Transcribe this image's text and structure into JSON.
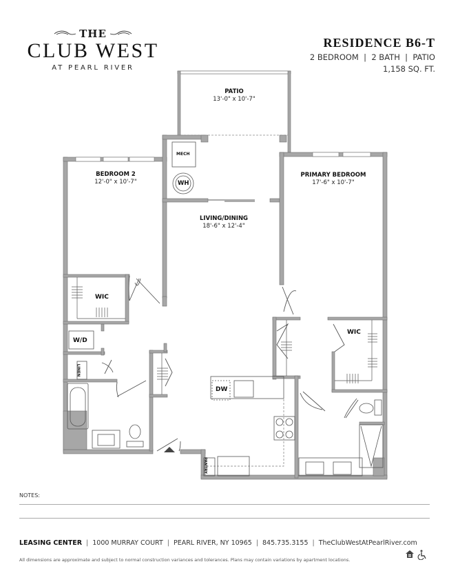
{
  "brand": {
    "logo_the": "THE",
    "logo_main": "CLUB WEST",
    "logo_sub": "AT PEARL RIVER"
  },
  "residence": {
    "title": "RESIDENCE B6-T",
    "specs": "2 BEDROOM  |  2 BATH  |  PATIO",
    "area": "1,158 SQ. FT."
  },
  "rooms": {
    "patio": {
      "name": "PATIO",
      "dims": "13'-0\" x 10'-7\""
    },
    "bedroom2": {
      "name": "BEDROOM 2",
      "dims": "12'-0\" x 10'-7\""
    },
    "living": {
      "name": "LIVING/DINING",
      "dims": "18'-6\" x 12'-4\""
    },
    "primary": {
      "name": "PRIMARY BEDROOM",
      "dims": "17'-6\" x 10'-7\""
    },
    "wic_left": "WIC",
    "wic_right": "WIC",
    "mech": "MECH",
    "wh": "WH",
    "wd": "W/D",
    "linen": "LINEN",
    "dw": "DW",
    "pantry": "PANTRY"
  },
  "notes": {
    "label": "NOTES:"
  },
  "footer": {
    "leasing": "LEASING CENTER",
    "address": "1000 MURRAY COURT",
    "city": "PEARL RIVER, NY 10965",
    "phone": "845.735.3155",
    "website": "TheClubWestAtPearlRiver.com",
    "disclaimer": "All dimensions are approximate and subject to normal construction variances and tolerances. Plans may contain variations by apartment locations."
  },
  "icons": [
    "equal-housing-icon",
    "accessibility-icon"
  ],
  "colors": {
    "wall": "#a7a7a7",
    "wall_edge": "#6e6e6e",
    "text": "#111111"
  }
}
